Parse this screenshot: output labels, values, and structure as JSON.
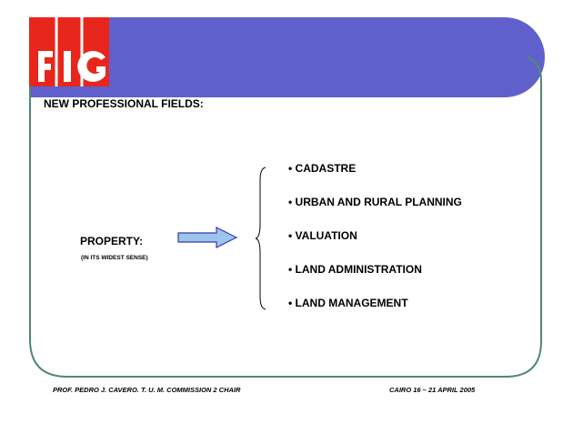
{
  "slide": {
    "logo_text": "FIG",
    "title": "NEW PROFESSIONAL FIELDS:",
    "property_label": "PROPERTY:",
    "property_sublabel": "(IN ITS WIDEST SENSE)",
    "bullets": [
      "• CADASTRE",
      "• URBAN AND RURAL PLANNING",
      "• VALUATION",
      "• LAND ADMINISTRATION",
      "• LAND MANAGEMENT"
    ],
    "footer_left": "PROF. PEDRO J. CAVERO. T. U. M. COMMISSION 2 CHAIR",
    "footer_right": "CAIRO 16 – 21 APRIL 2005"
  },
  "colors": {
    "header_band": "#6060cc",
    "frame": "#4f8a6f",
    "logo_red": "#e8261c",
    "arrow_fill": "#9cc4ec",
    "arrow_stroke": "#3a3aa8"
  }
}
